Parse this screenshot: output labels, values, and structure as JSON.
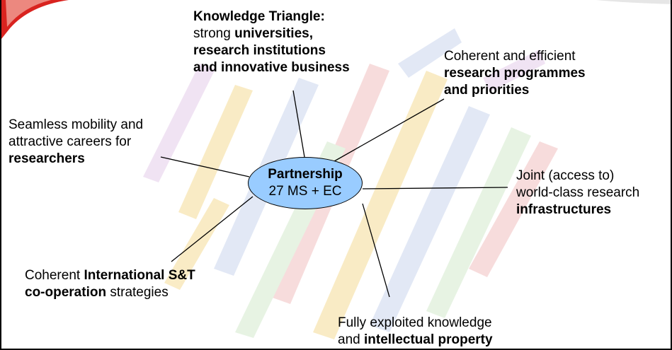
{
  "hub": {
    "title": "Partnership",
    "subtitle": "27 MS + EC"
  },
  "nodes": {
    "knowledge_triangle": {
      "line1": "Knowledge Triangle:",
      "line2_plain": "strong ",
      "line2_bold": "universities,",
      "line3": "research institutions",
      "line4": "and innovative business"
    },
    "research_programmes": {
      "line1": "Coherent and efficient",
      "line2": "research programmes",
      "line3": "and priorities"
    },
    "researchers": {
      "line1": "Seamless mobility and",
      "line2": "attractive careers for",
      "line3": "researchers"
    },
    "infrastructures": {
      "line1": "Joint (access to)",
      "line2": "world-class research",
      "line3": "infrastructures"
    },
    "international": {
      "line1_plain": "Coherent ",
      "line1_bold": "International S&T",
      "line2_bold": "co-operation",
      "line2_plain": " strategies"
    },
    "knowledge_ip": {
      "line1": "Fully exploited knowledge",
      "line2_plain": "and ",
      "line2_bold": "intellectual property"
    }
  },
  "colors": {
    "hub_fill": "#99ccff",
    "corner_swoosh": "#d9231f",
    "stripes": [
      "#f6dfa0",
      "#cfd9ef",
      "#f2c6c6",
      "#d8ecd2",
      "#e7d2ec"
    ]
  }
}
